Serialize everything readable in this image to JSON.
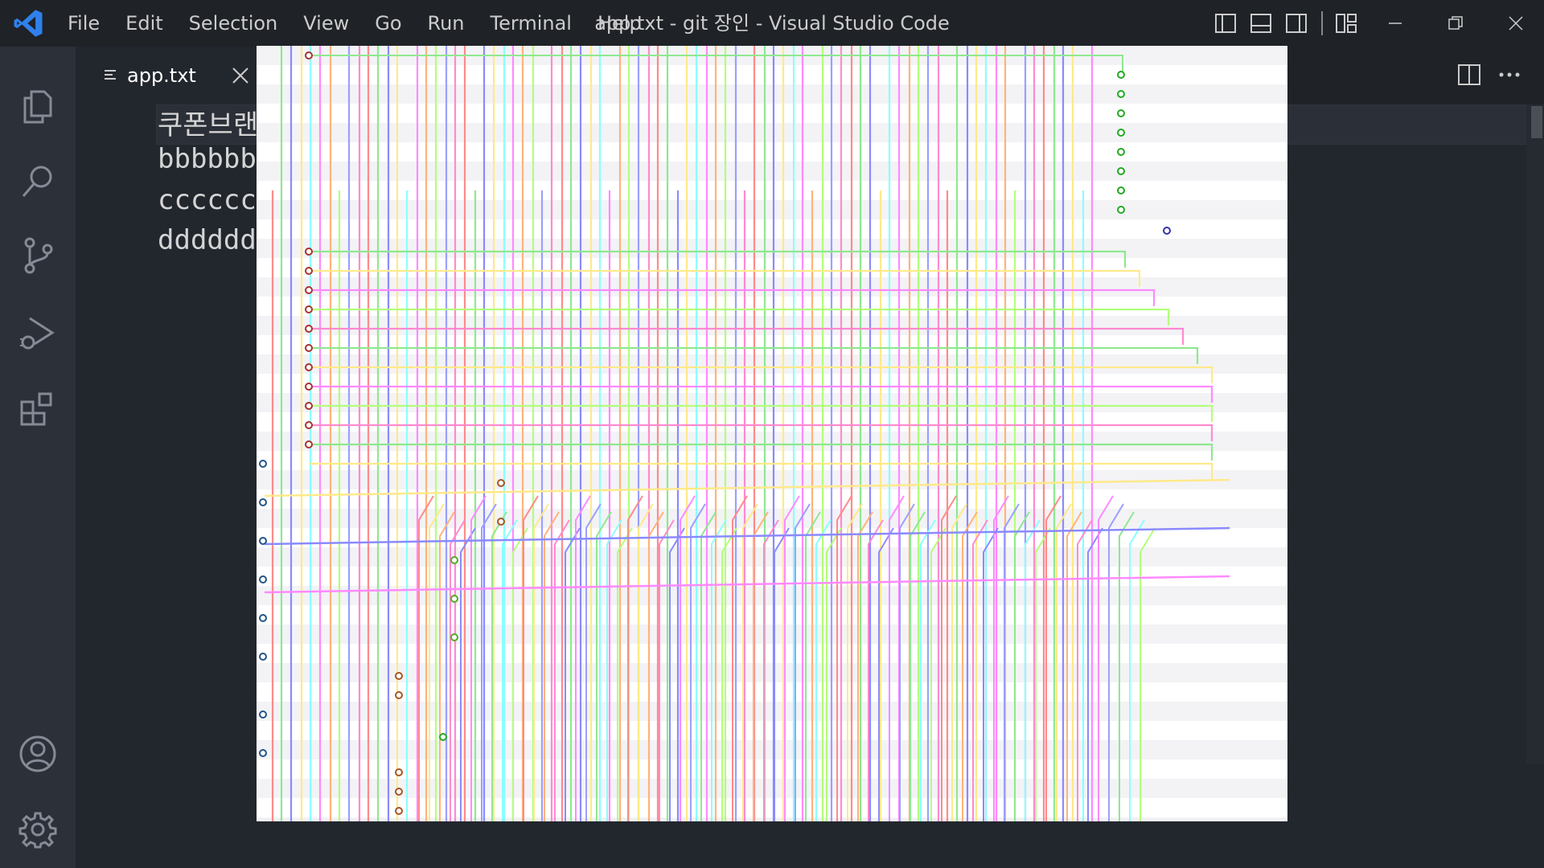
{
  "menu": [
    "File",
    "Edit",
    "Selection",
    "View",
    "Go",
    "Run",
    "Terminal",
    "Help"
  ],
  "window_title": "app.txt - git 장인 - Visual Studio Code",
  "tab": {
    "label": "app.txt"
  },
  "editor_lines": [
    "쿠폰브랜",
    "bbbbbb",
    "cccccc",
    "dddddd"
  ],
  "activity_icons": [
    "explorer-icon",
    "search-icon",
    "source-control-icon",
    "run-debug-icon",
    "extensions-icon",
    "account-icon",
    "settings-gear-icon"
  ],
  "colors": {
    "accent": "#2f80ed",
    "titlebar_bg": "#1f2227",
    "activitybar_bg": "#2c3038",
    "editor_bg": "#22262d"
  }
}
